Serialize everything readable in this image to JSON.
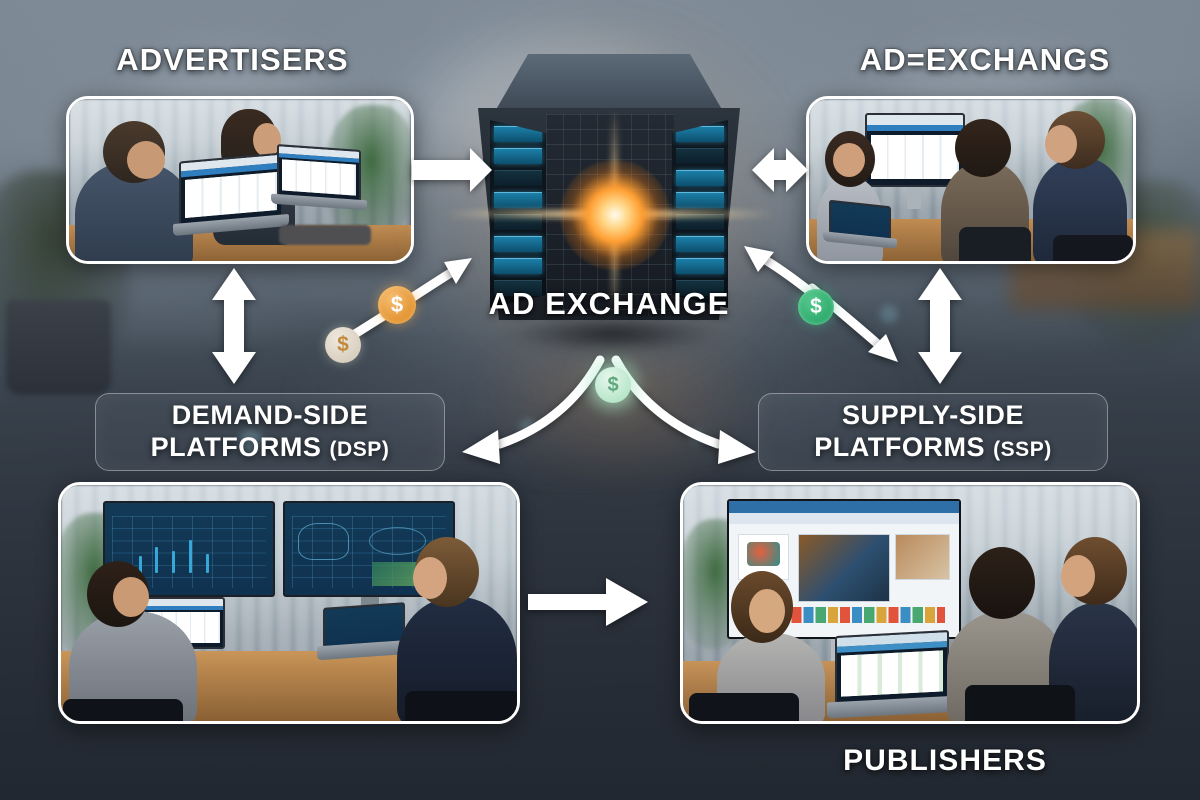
{
  "diagram": {
    "title": "AD EXCHANGE",
    "type": "programmatic-advertising-ecosystem"
  },
  "labels": {
    "advertisers": "ADVERTISERS",
    "ad_exchanges_top_right": "AD=EXCHANGS",
    "ad_exchange_center": "AD EXCHANGE",
    "publishers": "PUBLISHERS"
  },
  "boxes": {
    "dsp": {
      "line1": "DEMAND-SIDE",
      "line2": "PLATFORMS",
      "abbr": "(DSP)"
    },
    "ssp": {
      "line1": "SUPPLY-SIDE",
      "line2": "PLATFORMS",
      "abbr": "(SSP)"
    }
  },
  "panels": {
    "advertisers_photo": "advertisers-office-photo",
    "ad_exchanges_photo": "ad-exchanges-office-photo",
    "dsp_photo": "dsp-traders-dashboard-photo",
    "publishers_photo": "publishers-content-review-photo"
  },
  "coins": {
    "gold": "$",
    "pale": "$",
    "green": "$",
    "mint": "$"
  },
  "arrows": [
    {
      "name": "advertisers-to-exchange",
      "direction": "right"
    },
    {
      "name": "exchange-to-ad-exchanges",
      "direction": "bidirectional-horizontal"
    },
    {
      "name": "advertisers-to-dsp",
      "direction": "bidirectional-vertical"
    },
    {
      "name": "ad-exchanges-to-ssp",
      "direction": "bidirectional-vertical"
    },
    {
      "name": "dsp-to-exchange-curve",
      "direction": "up-right"
    },
    {
      "name": "exchange-to-ssp-curve",
      "direction": "down-right"
    },
    {
      "name": "ssp-to-exchange-curve",
      "direction": "up-left"
    },
    {
      "name": "exchange-branch-left",
      "direction": "curve-left"
    },
    {
      "name": "exchange-branch-right",
      "direction": "curve-right"
    },
    {
      "name": "dsp-to-publishers",
      "direction": "right"
    }
  ],
  "colors": {
    "background_dark": "#2b323b",
    "background_light": "#7d8995",
    "arrow": "#ffffff",
    "label_text": "#ffffff",
    "coin_gold": "#e2922f",
    "coin_green": "#2faa6d",
    "coin_mint": "#b8e6c9",
    "core_glow": "#ff9f33",
    "server_cyan": "#1b7fa8"
  }
}
